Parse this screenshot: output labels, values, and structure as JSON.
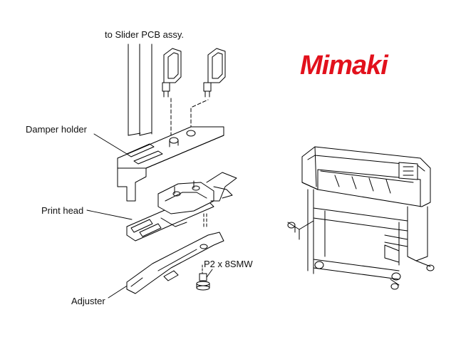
{
  "labels": {
    "slider_pcb": "to Slider PCB assy.",
    "damper_holder": "Damper holder",
    "print_head": "Print head",
    "screw": "P2 x 8SMW",
    "adjuster": "Adjuster"
  },
  "brand": {
    "name": "Mimaki",
    "color": "#e2111c"
  }
}
